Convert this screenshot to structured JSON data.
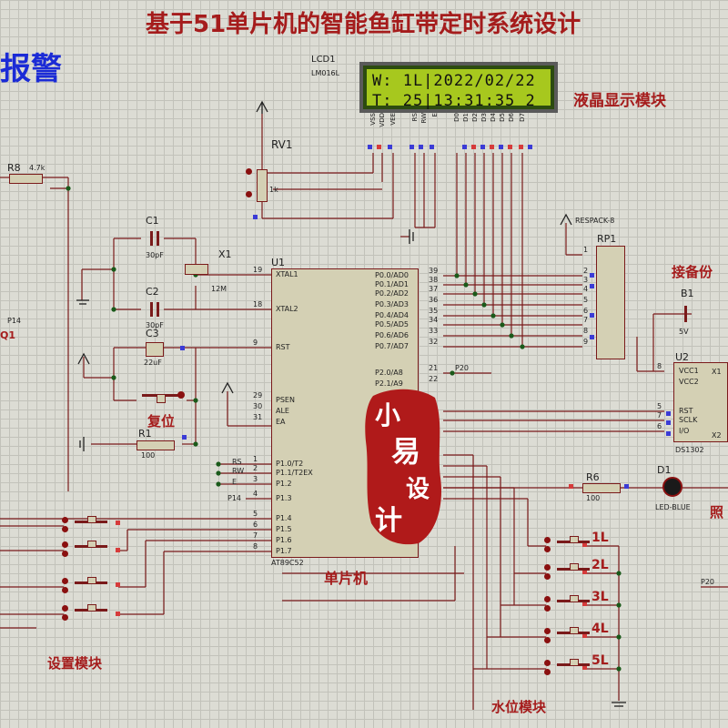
{
  "title": "基于51单片机的智能鱼缸带定时系统设计",
  "alarm_label": "报警",
  "lcd": {
    "ref": "LCD1",
    "model": "LM016L",
    "line1": "W: 1L|2022/02/22",
    "line2": "T: 25|13:31:35 2",
    "pins": [
      "VSS",
      "VDD",
      "VEE",
      "RS",
      "RW",
      "E",
      "D0",
      "D1",
      "D2",
      "D3",
      "D4",
      "D5",
      "D6",
      "D7"
    ],
    "module_label": "液晶显示模块"
  },
  "mcu": {
    "ref": "U1",
    "model": "AT89C52",
    "module_label": "单片机",
    "left_pins": [
      {
        "num": "19",
        "name": "XTAL1"
      },
      {
        "num": "18",
        "name": "XTAL2"
      },
      {
        "num": "9",
        "name": "RST"
      },
      {
        "num": "29",
        "name": "PSEN"
      },
      {
        "num": "30",
        "name": "ALE"
      },
      {
        "num": "31",
        "name": "EA"
      },
      {
        "num": "1",
        "name": "P1.0/T2"
      },
      {
        "num": "2",
        "name": "P1.1/T2EX"
      },
      {
        "num": "3",
        "name": "P1.2"
      },
      {
        "num": "4",
        "name": "P1.3"
      },
      {
        "num": "5",
        "name": "P1.4"
      },
      {
        "num": "6",
        "name": "P1.5"
      },
      {
        "num": "7",
        "name": "P1.6"
      },
      {
        "num": "8",
        "name": "P1.7"
      }
    ],
    "right_pins": [
      {
        "num": "39",
        "name": "P0.0/AD0"
      },
      {
        "num": "38",
        "name": "P0.1/AD1"
      },
      {
        "num": "37",
        "name": "P0.2/AD2"
      },
      {
        "num": "36",
        "name": "P0.3/AD3"
      },
      {
        "num": "35",
        "name": "P0.4/AD4"
      },
      {
        "num": "34",
        "name": "P0.5/AD5"
      },
      {
        "num": "33",
        "name": "P0.6/AD6"
      },
      {
        "num": "32",
        "name": "P0.7/AD7"
      },
      {
        "num": "21",
        "name": "P2.0/A8"
      },
      {
        "num": "22",
        "name": "P2.1/A9"
      }
    ]
  },
  "rv1": {
    "ref": "RV1",
    "value": "1k"
  },
  "r8": {
    "ref": "R8",
    "value": "4.7k"
  },
  "c1": {
    "ref": "C1",
    "value": "30pF"
  },
  "c2": {
    "ref": "C2",
    "value": "30pF"
  },
  "c3": {
    "ref": "C3",
    "value": "22uF"
  },
  "x1": {
    "ref": "X1",
    "value": "12M"
  },
  "r1": {
    "ref": "R1",
    "value": "100"
  },
  "reset_label": "复位",
  "rp1": {
    "ref": "RP1",
    "model": "RESPACK-8",
    "pins": [
      "1",
      "2",
      "3",
      "4",
      "5",
      "6",
      "7",
      "8",
      "9"
    ]
  },
  "battery_label": "接备份",
  "b1": {
    "ref": "B1",
    "value": "5V"
  },
  "u2": {
    "ref": "U2",
    "model": "DS1302",
    "pins_left": [
      {
        "num": "8",
        "name": "VCC1"
      },
      {
        "num": "",
        "name": "VCC2"
      },
      {
        "num": "5",
        "name": "RST"
      },
      {
        "num": "7",
        "name": "SCLK"
      },
      {
        "num": "6",
        "name": "I/O"
      }
    ],
    "pins_right": [
      "X1",
      "X2"
    ]
  },
  "r6": {
    "ref": "R6",
    "value": "100"
  },
  "d1": {
    "ref": "D1",
    "model": "LED-BLUE"
  },
  "light_label": "照",
  "net_p14": "P14",
  "net_p20": "P20",
  "net_q1": "Q1",
  "p1_labels": [
    "RS",
    "RW",
    "E",
    "P14"
  ],
  "settings_label": "设置模块",
  "water_label": "水位模块",
  "water_levels": [
    "1L",
    "2L",
    "3L",
    "4L",
    "5L"
  ],
  "watermark": [
    "小",
    "易",
    "设",
    "计"
  ]
}
